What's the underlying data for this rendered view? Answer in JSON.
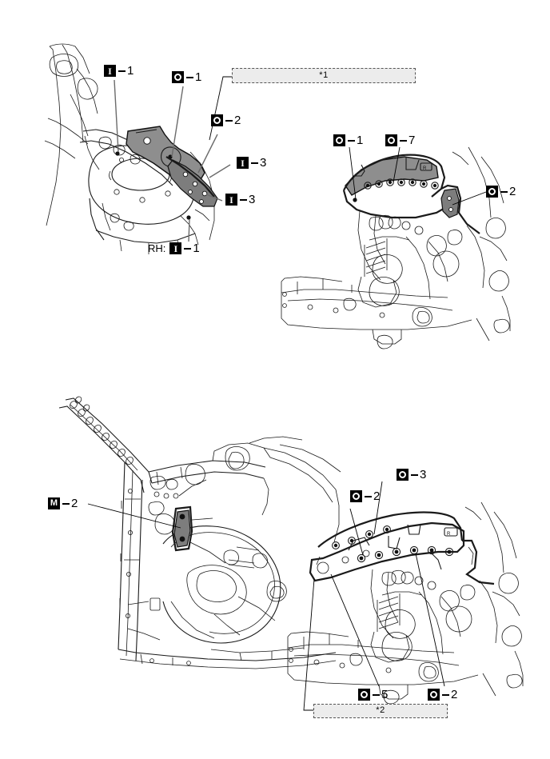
{
  "document": {
    "type": "body-repair-illustration",
    "panel_count": 4
  },
  "colors": {
    "ink": "#1a1a1a",
    "badge_fill": "#000000",
    "badge_glyph": "#ffffff",
    "footnote_fill": "#ececec",
    "footnote_border": "#555555",
    "highlight_part": "#8e8e8e"
  },
  "panels": [
    {
      "id": "panel-top-left",
      "callouts": [
        {
          "name": "callout-i-1-top",
          "prefix": "",
          "badge": "I",
          "sep": "—",
          "number": "1"
        },
        {
          "name": "callout-o-1-top",
          "prefix": "",
          "badge": "O",
          "sep": "—",
          "number": "1"
        },
        {
          "name": "callout-o-2-top",
          "prefix": "",
          "badge": "O",
          "sep": "—",
          "number": "2"
        },
        {
          "name": "callout-i-3-upper",
          "prefix": "",
          "badge": "I",
          "sep": "—",
          "number": "3"
        },
        {
          "name": "callout-i-3-lower",
          "prefix": "",
          "badge": "I",
          "sep": "—",
          "number": "3"
        },
        {
          "name": "callout-rh-i-1",
          "prefix": "RH:",
          "badge": "I",
          "sep": "—",
          "number": "1"
        }
      ],
      "footnote": {
        "name": "footnote-box-1",
        "label": "*1"
      }
    },
    {
      "id": "panel-top-right",
      "callouts": [
        {
          "name": "callout-o-1-right",
          "prefix": "",
          "badge": "O",
          "sep": "—",
          "number": "1"
        },
        {
          "name": "callout-o-7-right",
          "prefix": "",
          "badge": "O",
          "sep": "—",
          "number": "7"
        },
        {
          "name": "callout-o-2-right",
          "prefix": "",
          "badge": "O",
          "sep": "—",
          "number": "2"
        }
      ],
      "footnote": null
    },
    {
      "id": "panel-bottom-left",
      "callouts": [
        {
          "name": "callout-m-2",
          "prefix": "",
          "badge": "M",
          "sep": "—",
          "number": "2"
        }
      ],
      "footnote": null
    },
    {
      "id": "panel-bottom-right",
      "callouts": [
        {
          "name": "callout-o-3-bottom",
          "prefix": "",
          "badge": "O",
          "sep": "—",
          "number": "3"
        },
        {
          "name": "callout-o-2-bottom-top",
          "prefix": "",
          "badge": "O",
          "sep": "—",
          "number": "2"
        },
        {
          "name": "callout-o-5-bottom",
          "prefix": "",
          "badge": "O",
          "sep": "—",
          "number": "5"
        },
        {
          "name": "callout-o-2-bottom-right",
          "prefix": "",
          "badge": "O",
          "sep": "—",
          "number": "2"
        }
      ],
      "footnote": {
        "name": "footnote-box-2",
        "label": "*2"
      }
    }
  ],
  "callout_text": {
    "i1_top": "1",
    "o1_top": "1",
    "o2_top": "2",
    "i3_upper": "3",
    "i3_lower": "3",
    "rh_prefix": "RH:",
    "rh_i1": "1",
    "o1_right": "1",
    "o7_right": "7",
    "o2_right": "2",
    "m2": "2",
    "o3_bottom": "3",
    "o2_bottom_top": "2",
    "o5_bottom": "5",
    "o2_bottom_right": "2"
  },
  "footnotes": {
    "star1": "*1",
    "star2": "*2"
  }
}
